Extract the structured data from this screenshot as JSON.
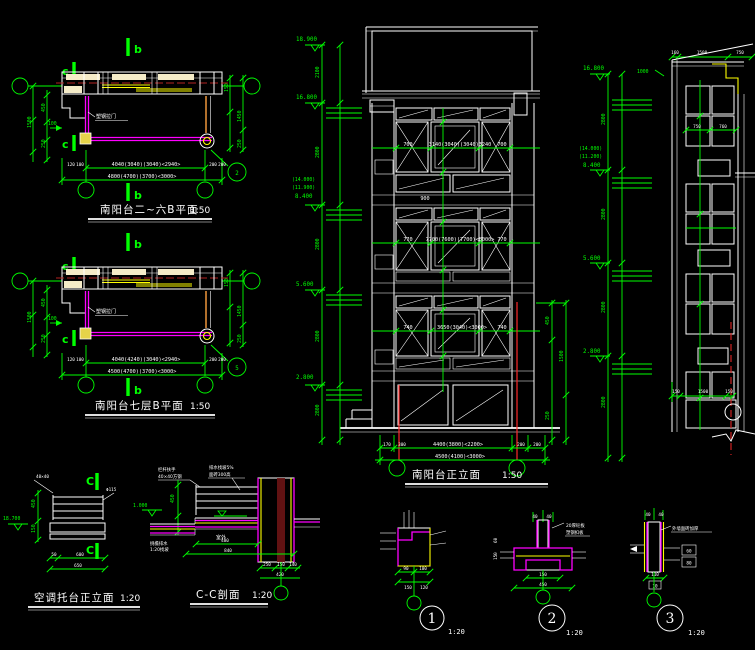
{
  "colors": {
    "bg": "#000000",
    "line": "#ffffff",
    "dim": "#00ff00",
    "wall": "#ff00ff",
    "accent": "#ffff00",
    "axis": "#b22222",
    "red": "#ff2a2a",
    "orange": "#ffa040",
    "cream": "#f5ecc8"
  },
  "plan_a": {
    "title": "南阳台二~六B平面",
    "scale": "1:50",
    "marker_b": "b",
    "marker_c": "c",
    "door_label": "塑钢拉门",
    "note_100": "100",
    "bubble": "2",
    "dim_row1": "4040(3040)(3040)<2940>",
    "dim_row2": "4800(4700)(3700)<3000>",
    "dim_l1": "120",
    "dim_l2": "100",
    "dim_r1": "200",
    "dim_r2": "200",
    "left_dims": [
      "1500",
      "450",
      "250"
    ],
    "right_dims": [
      "150",
      "1450",
      "250"
    ]
  },
  "plan_b": {
    "title": "南阳台七层B平面",
    "scale": "1:50",
    "bubble": "5",
    "dim_row1": "4040(4240)(3040)<2940>",
    "dim_row2": "4500(4700)(3700)<3000>",
    "dim_l1": "120",
    "dim_l2": "100",
    "dim_r1": "200",
    "dim_r2": "200"
  },
  "elevation": {
    "title": "南阳台正立面",
    "scale": "1:50",
    "levels": {
      "l1": "18.900",
      "l2": "16.800",
      "l3a": "(14.000)",
      "l3b": "(11.900)",
      "l3c": "8.400",
      "l4": "5.600",
      "l5": "2.800"
    },
    "left_dims": [
      "2100",
      "2800",
      "2800",
      "2800",
      "2800"
    ],
    "right_dims": [
      "450",
      "1500",
      "250"
    ],
    "win": {
      "d700a": "700",
      "d700b": "700",
      "row1": "3140(3040)(3040)3240",
      "d770a": "770",
      "d770b": "770",
      "row2": "7700(7600)(7700)<8000>",
      "d740a": "740",
      "d740b": "740",
      "row3": "3650(3040)<3000>",
      "d900": "900"
    },
    "bottom": {
      "l1": "170",
      "l2": "300",
      "row1": "4400(3800)<2200>",
      "r1": "200",
      "r2": "200",
      "row2": "4500(4100)<3000>"
    }
  },
  "section": {
    "levels": {
      "l1": "16.800",
      "l2a": "(14.000)",
      "l2b": "(11.200)",
      "l2c": "8.400",
      "l3": "5.600",
      "l4": "2.800"
    },
    "slope": "1000",
    "top_dims": [
      "160",
      "1500",
      "750"
    ],
    "left_dims": [
      "2800",
      "2800",
      "2800",
      "2800"
    ],
    "win_dims": [
      "750",
      "760"
    ],
    "bottom_dims": [
      "150",
      "1500",
      "150"
    ]
  },
  "ac_detail": {
    "title": "空调托台正立面",
    "scale": "1:20",
    "marker": "C",
    "level": "18.700",
    "label_top": "40×40",
    "label_right": "Φ115",
    "d1": "450",
    "d2": "150",
    "b1": "50",
    "b2": "600",
    "b3": "650"
  },
  "cc": {
    "title": "C-C剖面",
    "scale": "1:20",
    "lbl_rail": "栏杆扶手",
    "lbl_rail2": "40×40方钢",
    "lbl_slope": "排水找坡5%",
    "lbl_tile": "面砖300高",
    "lbl_drain": "挑檐排水",
    "lbl_drain2": "1:20找坡",
    "outdoor": "室外",
    "level": "1.000",
    "d480": "480",
    "d840": "840",
    "d250": "250",
    "d150": "150",
    "d140": "140",
    "d420": "420",
    "d450": "450"
  },
  "d1": {
    "num": "1",
    "scale": "1:20",
    "a": "90",
    "b": "100",
    "c": "150",
    "d": "120"
  },
  "d2": {
    "num": "2",
    "scale": "1:20",
    "lbl1": "20厚砼板",
    "lbl2": "塑钢扣板",
    "t1": "40",
    "t2": "40",
    "s1": "150",
    "s2": "60",
    "b1": "150",
    "b2": "450"
  },
  "d3": {
    "num": "3",
    "scale": "1:20",
    "lbl": "外墙面砖加厚",
    "t1": "40",
    "t2": "40",
    "s1": "60",
    "s2": "80",
    "b1": "110",
    "b2": "10"
  }
}
